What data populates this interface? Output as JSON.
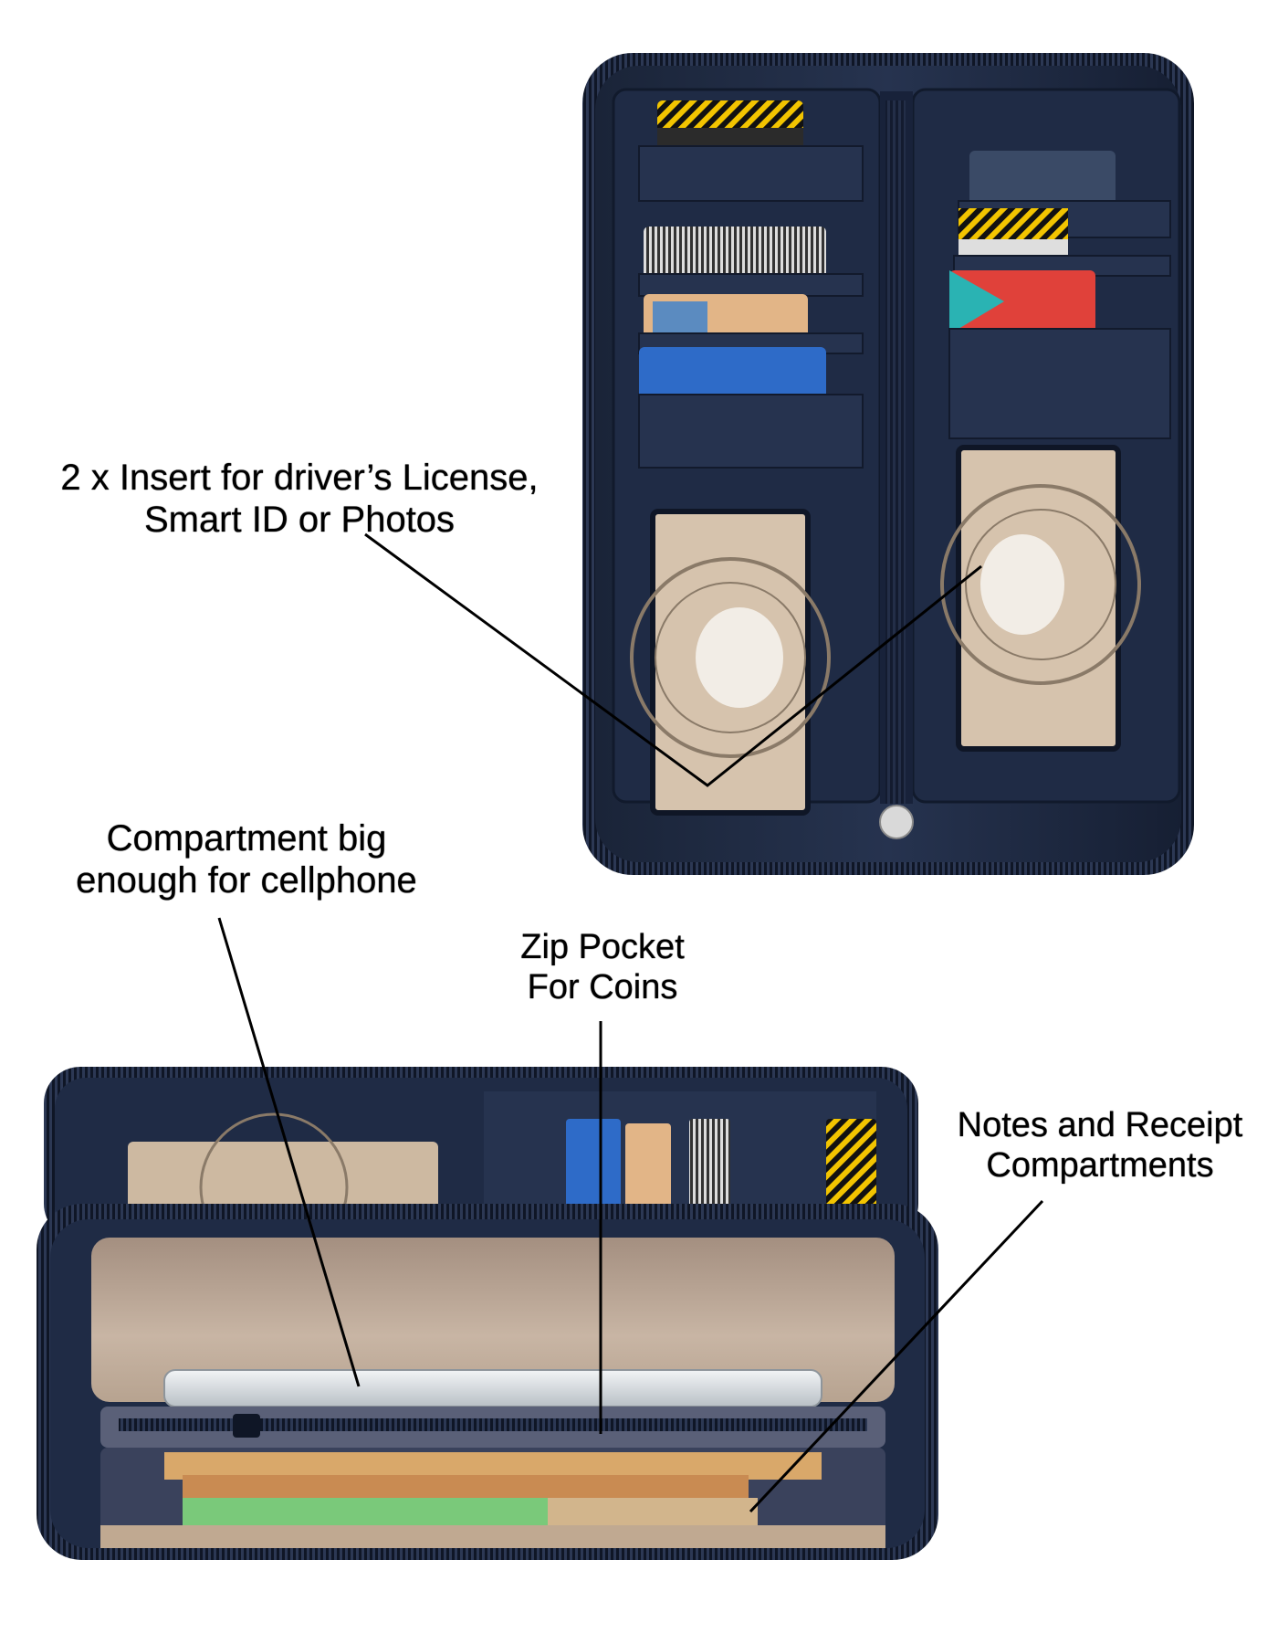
{
  "callouts": {
    "license": {
      "line1": "2 x Insert for driver’s License,",
      "line2": "Smart ID or Photos"
    },
    "phone": {
      "line1": "Compartment big",
      "line2": "enough for cellphone"
    },
    "zip": {
      "line1": "Zip Pocket",
      "line2": "For Coins"
    },
    "notes": {
      "line1": "Notes and Receipt",
      "line2": "Compartments"
    }
  },
  "colors": {
    "wallet_navy": "#1c2740",
    "zipper": "#121a2c",
    "lining": "#b49f8e",
    "background": "#ffffff"
  }
}
